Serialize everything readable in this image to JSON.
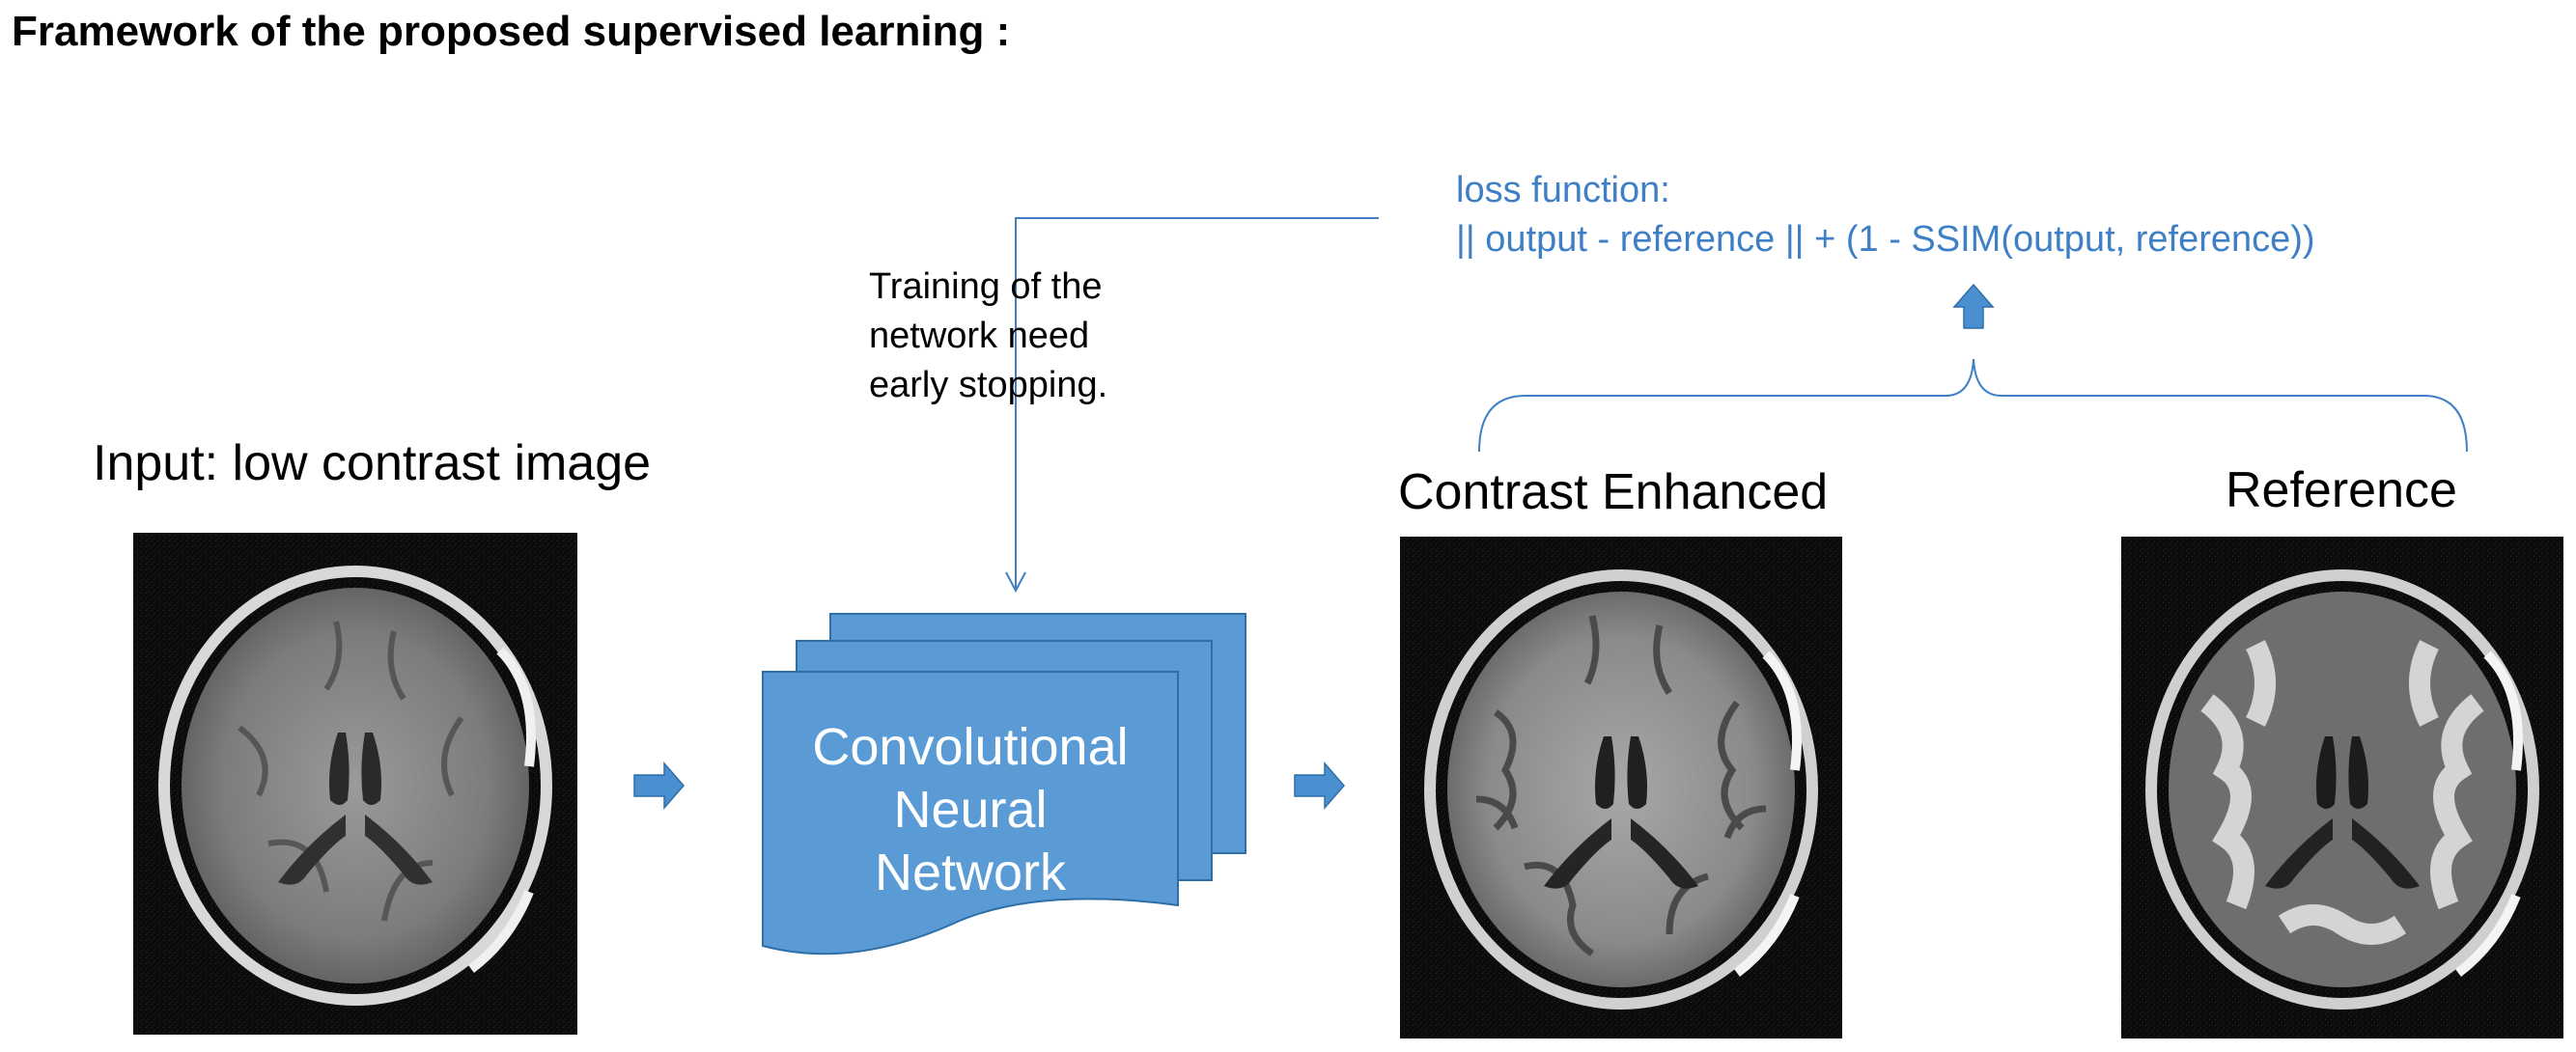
{
  "title": "Framework of the proposed supervised learning :",
  "labels": {
    "input": "Input: low contrast image",
    "enhanced": "Contrast Enhanced",
    "reference": "Reference"
  },
  "training_note": {
    "lines": [
      "Training of  the",
      "network need",
      "early stopping."
    ]
  },
  "loss": {
    "line1": "loss function:",
    "line2": "|| output - reference || + (1 - SSIM(output, reference))"
  },
  "cnn": {
    "lines": [
      "Convolutional",
      "Neural",
      "Network"
    ]
  },
  "images": {
    "input": "brain MRI axial slice (low contrast)",
    "enhanced": "brain MRI axial slice (contrast enhanced)",
    "reference": "brain MRI axial slice (reference)"
  },
  "colors": {
    "accent_blue": "#3f7fc6",
    "block_fill": "#5b9bd5",
    "block_stroke": "#2e6fa8",
    "arrow_fill": "#4a8fd0",
    "mri_background": "#0b0b0b"
  }
}
